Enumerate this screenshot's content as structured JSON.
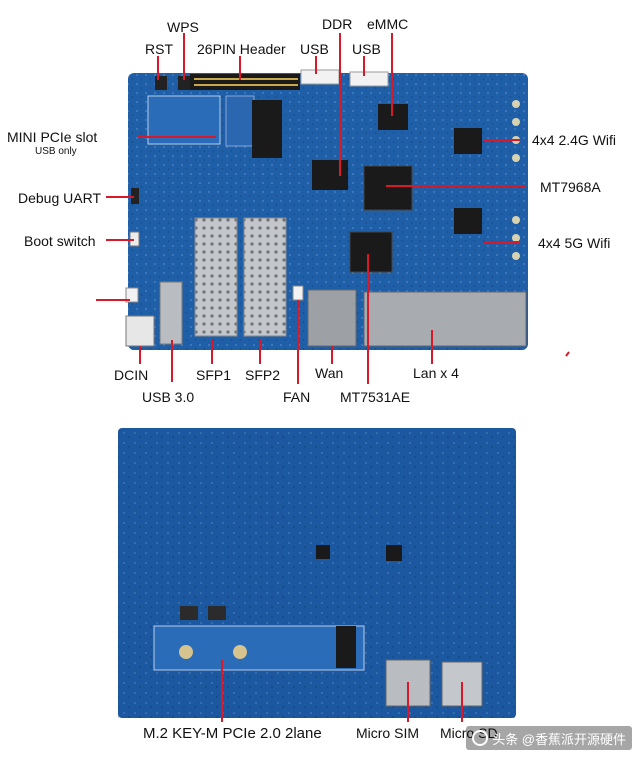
{
  "top_labels": {
    "rst": "RST",
    "wps": "WPS",
    "header26": "26PIN Header",
    "usb_left": "USB",
    "ddr": "DDR",
    "emmc": "eMMC",
    "usb_right": "USB",
    "mini_pcie": "MINI PCIe slot",
    "usb_only": "USB only",
    "debug_uart": "Debug UART",
    "boot_switch": "Boot switch",
    "wifi24": "4x4 2.4G Wifi",
    "mt7968a": "MT7968A",
    "wifi5": "4x4 5G Wifi",
    "dcin": "DCIN",
    "usb30": "USB 3.0",
    "sfp1": "SFP1",
    "sfp2": "SFP2",
    "fan": "FAN",
    "wan": "Wan",
    "lan4": "Lan x 4",
    "mt7531ae": "MT7531AE"
  },
  "bottom_labels": {
    "m2": "M.2 KEY-M PCIe 2.0 2lane",
    "micro_sim": "Micro SIM",
    "micro_sd": "Micro SD"
  },
  "watermark": "头条 @香蕉派开源硬件",
  "colors": {
    "pcb": "#1f5fa8",
    "pcb_dark": "#174a86",
    "pointer": "#d7192a",
    "metal": "#b9bcc0",
    "chip": "#1a1a1a"
  }
}
